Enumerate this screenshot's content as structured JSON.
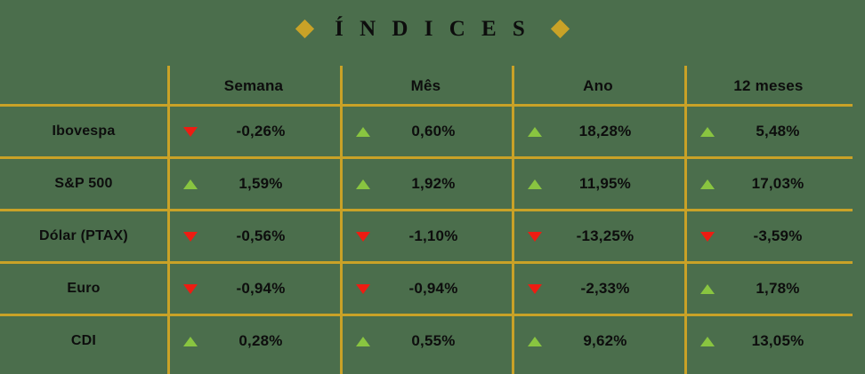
{
  "title": {
    "text": "Í N D I C E S",
    "left_ornament": "diamond-ornament",
    "right_ornament": "diamond-ornament"
  },
  "colors": {
    "background": "#4b6e4c",
    "gridline": "#c9a227",
    "ornament": "#c9a227",
    "text": "#0d0d0d",
    "up_arrow": "#89c540",
    "down_arrow": "#ee1c12"
  },
  "table": {
    "corner_header": "",
    "columns": [
      "Semana",
      "Mês",
      "Ano",
      "12 meses"
    ],
    "rows": [
      {
        "label": "Ibovespa",
        "cells": [
          {
            "value": "-0,26%",
            "direction": "down"
          },
          {
            "value": "0,60%",
            "direction": "up"
          },
          {
            "value": "18,28%",
            "direction": "up"
          },
          {
            "value": "5,48%",
            "direction": "up"
          }
        ]
      },
      {
        "label": "S&P 500",
        "cells": [
          {
            "value": "1,59%",
            "direction": "up"
          },
          {
            "value": "1,92%",
            "direction": "up"
          },
          {
            "value": "11,95%",
            "direction": "up"
          },
          {
            "value": "17,03%",
            "direction": "up"
          }
        ]
      },
      {
        "label": "Dólar (PTAX)",
        "cells": [
          {
            "value": "-0,56%",
            "direction": "down"
          },
          {
            "value": "-1,10%",
            "direction": "down"
          },
          {
            "value": "-13,25%",
            "direction": "down"
          },
          {
            "value": "-3,59%",
            "direction": "down"
          }
        ]
      },
      {
        "label": "Euro",
        "cells": [
          {
            "value": "-0,94%",
            "direction": "down"
          },
          {
            "value": "-0,94%",
            "direction": "down"
          },
          {
            "value": "-2,33%",
            "direction": "down"
          },
          {
            "value": "1,78%",
            "direction": "up"
          }
        ]
      },
      {
        "label": "CDI",
        "cells": [
          {
            "value": "0,28%",
            "direction": "up"
          },
          {
            "value": "0,55%",
            "direction": "up"
          },
          {
            "value": "9,62%",
            "direction": "up"
          },
          {
            "value": "13,05%",
            "direction": "up"
          }
        ]
      }
    ]
  }
}
